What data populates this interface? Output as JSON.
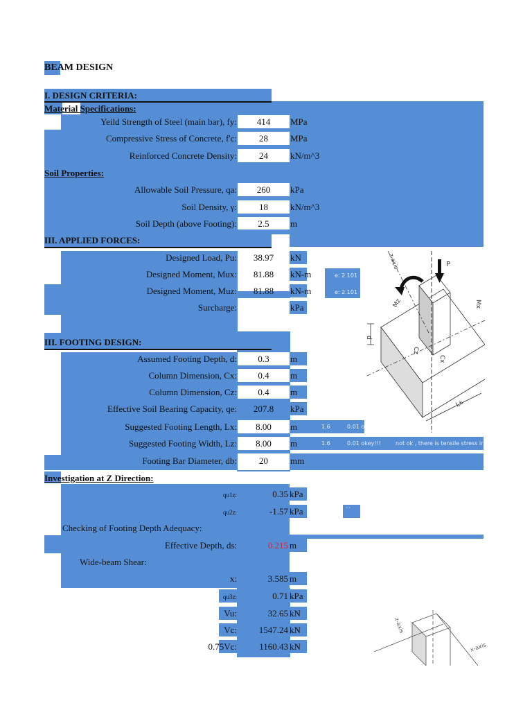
{
  "title": "BEAM DESIGN",
  "sections": {
    "design_criteria": "I. DESIGN CRITERIA:",
    "material_specs": "Material Specifications:",
    "soil_properties": "Soil Properties:",
    "applied_forces": "III. APPLIED FORCES:",
    "footing_design": "III. FOOTING DESIGN:",
    "investigation_z": "Investigation at Z Direction:"
  },
  "material": [
    {
      "label": "Yeild Strength of Steel (main bar), fy:",
      "value": "414",
      "unit": "MPa"
    },
    {
      "label": "Compressive Stress of Concrete, f'c:",
      "value": "28",
      "unit": "MPa"
    },
    {
      "label": "Reinforced Concrete Density:",
      "value": "24",
      "unit": "kN/m^3"
    }
  ],
  "soil": [
    {
      "label": "Allowable  Soil Pressure, qa:",
      "value": "260",
      "unit": "kPa"
    },
    {
      "label": "Soil Density, γ:",
      "value": "18",
      "unit": "kN/m^3"
    },
    {
      "label": "Soil Depth (above Footing):",
      "value": "2.5",
      "unit": "m"
    }
  ],
  "forces": [
    {
      "label": "Designed Load, Pu:",
      "value": "38.97",
      "unit": "kN"
    },
    {
      "label": "Designed Moment, Mux:",
      "value": "81.88",
      "unit": "kN-m",
      "note": "e: 2.101"
    },
    {
      "label": "Designed Moment, Muz:",
      "value": "81.88",
      "unit": "kN-m",
      "note": "e: 2.101"
    },
    {
      "label": "Surcharge:",
      "value": "",
      "unit": "kPa"
    }
  ],
  "footing": [
    {
      "label": "Assumed Footing Depth, d:",
      "value": "0.3",
      "unit": "m"
    },
    {
      "label": "Column Dimension, Cx:",
      "value": "0.4",
      "unit": "m"
    },
    {
      "label": "Column Dimension, Cz:",
      "value": "0.4",
      "unit": "m"
    },
    {
      "label": "Effective Soil Bearing Capacity, qe:",
      "value": "207.8",
      "unit": "kPa"
    },
    {
      "label": "Suggested Footing Length, Lx:",
      "value": "8.00",
      "unit": "m",
      "n1": "1.6",
      "n2": "0.01 o"
    },
    {
      "label": "Suggested Footing Width, Lz:",
      "value": "8.00",
      "unit": "m",
      "n1": "1.6",
      "n2": "0.01 okey!!!",
      "n3": "not ok , there is tensile stress in"
    },
    {
      "label": "Footing Bar Diameter, db:",
      "value": "20",
      "unit": "mm"
    }
  ],
  "investigation": {
    "qu1z": {
      "label": "qu1z:",
      "value": "0.35",
      "unit": "kPa"
    },
    "qu2z": {
      "label": "qu2z:",
      "value": "-1.57",
      "unit": "kPa",
      "note": "``"
    },
    "checking": "Checking of Footing Depth Adequacy:",
    "eff_depth": {
      "label": "Effective Depth, ds:",
      "value": "0.215",
      "unit": "m"
    },
    "wide_beam": "Wide-beam Shear:",
    "x": {
      "label": "x:",
      "value": "3.585",
      "unit": "m"
    },
    "qu3z": {
      "label": "qu3z:",
      "value": "0.71",
      "unit": "kPa"
    },
    "vu": {
      "label": "Vu:",
      "value": "32.65",
      "unit": "kN"
    },
    "vc": {
      "label": "Vc:",
      "value": "1547.24",
      "unit": "kN"
    },
    "vc75": {
      "label": "0.75Vc:",
      "value": "1160.43",
      "unit": "kN"
    }
  },
  "diagram": {
    "labels": {
      "axis_z": "z-axis",
      "p": "P",
      "mz": "Mz",
      "mx": "Mx",
      "d": "d",
      "cz": "Cz",
      "cx": "Cx",
      "lx": "Lx",
      "axis_x": "x-axis"
    }
  },
  "colors": {
    "cell_blue": "#558ed5",
    "error_red": "#d6223b"
  }
}
